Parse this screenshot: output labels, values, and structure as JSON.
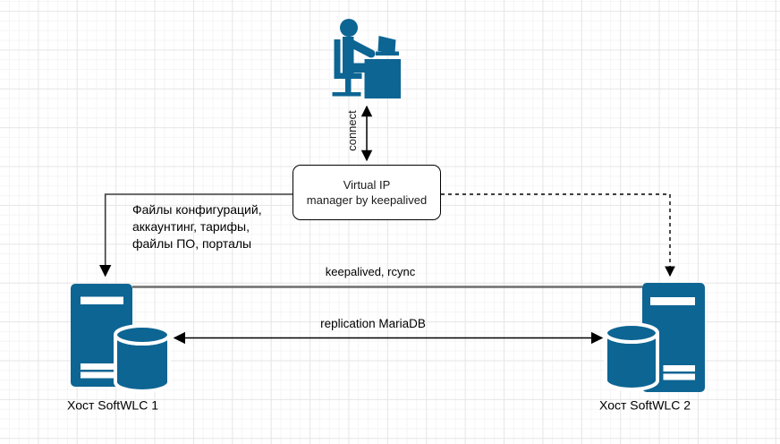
{
  "diagram": {
    "colors": {
      "node_fill": "#0d6593",
      "edge_gray": "#6e6e6e",
      "edge_dark": "#3c3c3c",
      "edge_black": "#000000"
    },
    "admin": {
      "icon": "person-at-desk-icon"
    },
    "nodes": {
      "vip_box": {
        "lines": [
          "Virtual IP",
          "manager by keepalived"
        ]
      },
      "host1": {
        "label": "Хост SoftWLC 1",
        "icon": "server-with-database-icon"
      },
      "host2": {
        "label": "Хост SoftWLC 2",
        "icon": "server-with-database-icon"
      }
    },
    "edges": {
      "connect": {
        "label": "connect",
        "style": "solid",
        "arrows": "both"
      },
      "vip_to_host1": {
        "label_lines": [
          "Файлы конфигураций,",
          "аккаунтинг, тарифы,",
          "файлы ПО, порталы"
        ],
        "style": "solid",
        "arrows": "end"
      },
      "vip_to_host2": {
        "style": "dashed",
        "arrows": "end"
      },
      "keepalived": {
        "label": "keepalived, rcync",
        "style": "solid",
        "arrows": "none"
      },
      "replication": {
        "label": "replication MariaDB",
        "style": "solid",
        "arrows": "both"
      }
    }
  }
}
